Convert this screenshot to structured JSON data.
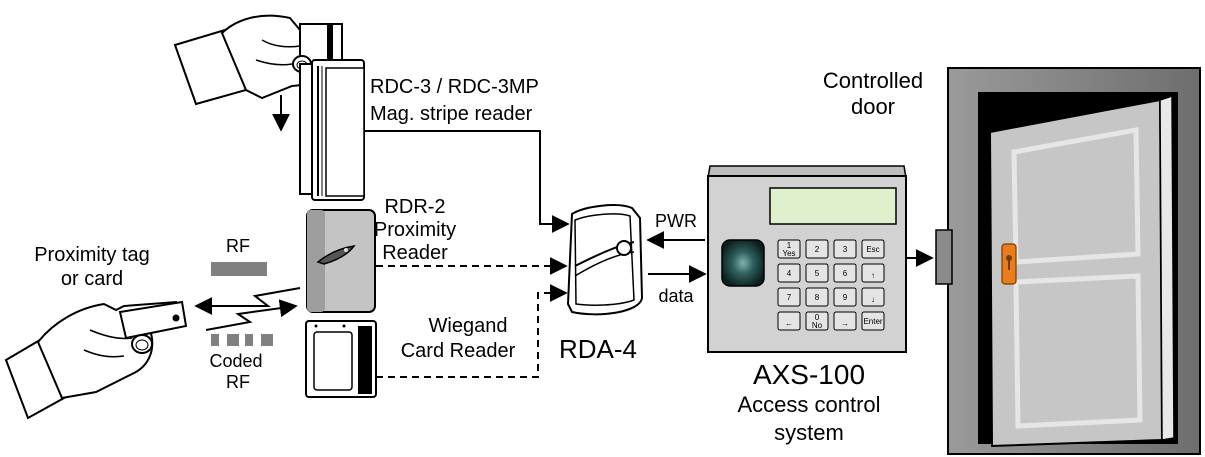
{
  "labels": {
    "mag_reader_model": "RDC-3 / RDC-3MP",
    "mag_reader_desc": "Mag. stripe reader",
    "prox_reader_model": "RDR-2",
    "prox_reader_line2": "Proximity",
    "prox_reader_line3": "Reader",
    "wiegand_line1": "Wiegand",
    "wiegand_line2": "Card Reader",
    "prox_tag_line1": "Proximity tag",
    "prox_tag_line2": "or card",
    "rf": "RF",
    "coded_line1": "Coded",
    "coded_line2": "RF",
    "pwr": "PWR",
    "data": "data",
    "adapter": "RDA-4",
    "axs_model": "AXS-100",
    "axs_line2": "Access control",
    "axs_line3": "system",
    "door_line1": "Controlled",
    "door_line2": "door"
  },
  "keypad": {
    "keys": [
      {
        "top": "1",
        "bottom": "Yes"
      },
      {
        "top": "2",
        "bottom": ""
      },
      {
        "top": "3",
        "bottom": ""
      },
      {
        "top": "Esc",
        "bottom": ""
      },
      {
        "top": "4",
        "bottom": ""
      },
      {
        "top": "5",
        "bottom": ""
      },
      {
        "top": "6",
        "bottom": ""
      },
      {
        "top": "↑",
        "bottom": ""
      },
      {
        "top": "7",
        "bottom": ""
      },
      {
        "top": "8",
        "bottom": ""
      },
      {
        "top": "9",
        "bottom": ""
      },
      {
        "top": "↓",
        "bottom": ""
      },
      {
        "top": "←",
        "bottom": ""
      },
      {
        "top": "0",
        "bottom": "No"
      },
      {
        "top": "→",
        "bottom": ""
      },
      {
        "top": "Enter",
        "bottom": ""
      }
    ]
  },
  "colors": {
    "device_gray": "#b8b8b8",
    "panel_gray": "#d2d2d2",
    "lcd_green": "#dff0cc",
    "lock_orange": "#e87d1e",
    "door_face": "#c8c8c8",
    "door_frame": "#8c8c8c",
    "door_opening": "#000000"
  },
  "icons": [
    "hand-swipe-icon",
    "hand-hold-icon",
    "fingerprint-sensor-icon",
    "rf-wave-icon",
    "lightning-arrow-icon"
  ]
}
